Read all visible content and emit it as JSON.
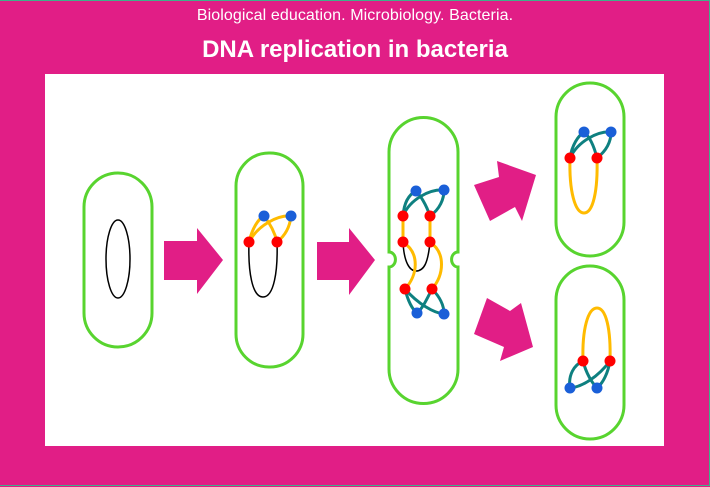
{
  "header": {
    "subtitle": "Biological education.  Microbiology.  Bacteria.",
    "title": "DNA replication in bacteria"
  },
  "colors": {
    "background": "#e11e86",
    "panel": "#ffffff",
    "cell_wall": "#58d42f",
    "arrow": "#e11e86",
    "parent_dna": "#000000",
    "new_strand_yellow": "#ffbb00",
    "new_strand_teal": "#0e8080",
    "replication_origin_red": "#ff0000",
    "replication_fork_blue": "#1a5fd8"
  },
  "stages": [
    {
      "name": "single-cell-with-circular-dna",
      "description": "Bacterial cell with one circular chromosome"
    },
    {
      "name": "replication-begins",
      "description": "Replication forks open; new strands forming"
    },
    {
      "name": "cell-elongating-dividing",
      "description": "Two chromosomes present; cell constricting in middle"
    },
    {
      "name": "daughter-cell-top",
      "description": "Daughter cell with replicated chromosome"
    },
    {
      "name": "daughter-cell-bottom",
      "description": "Daughter cell with replicated chromosome"
    }
  ]
}
